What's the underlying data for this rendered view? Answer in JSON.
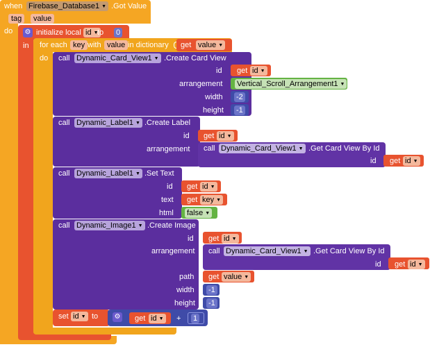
{
  "event": {
    "when_label": "when",
    "component": "Firebase_Database1",
    "event_name": ".Got Value",
    "params": [
      "tag",
      "value"
    ],
    "do_label": "do"
  },
  "init_local": {
    "label": "initialize local",
    "var_name": "id",
    "to_label": "to",
    "initial_value": "0",
    "in_label": "in"
  },
  "for_each": {
    "label": "for each",
    "key_var": "key",
    "with_label": "with",
    "value_var": "value",
    "in_dict_label": "in dictionary",
    "get_label": "get",
    "dict_var": "value",
    "do_label": "do"
  },
  "create_card": {
    "call_label": "call",
    "component": "Dynamic_Card_View1",
    "method": ".Create Card View",
    "id_label": "id",
    "id_get": "get",
    "id_var": "id",
    "arrangement_label": "arrangement",
    "arrangement_value": "Vertical_Scroll_Arrangement1",
    "width_label": "width",
    "width_value": "-2",
    "height_label": "height",
    "height_value": "-1"
  },
  "create_label": {
    "call_label": "call",
    "component": "Dynamic_Label1",
    "method": ".Create Label",
    "id_label": "id",
    "id_get": "get",
    "id_var": "id",
    "arrangement_label": "arrangement",
    "inner_call": "call",
    "inner_component": "Dynamic_Card_View1",
    "inner_method": ".Get Card View By Id",
    "inner_id_label": "id",
    "inner_get": "get",
    "inner_var": "id"
  },
  "set_text": {
    "call_label": "call",
    "component": "Dynamic_Label1",
    "method": ".Set Text",
    "id_label": "id",
    "id_get": "get",
    "id_var": "id",
    "text_label": "text",
    "text_get": "get",
    "text_var": "key",
    "html_label": "html",
    "html_value": "false"
  },
  "create_image": {
    "call_label": "call",
    "component": "Dynamic_Image1",
    "method": ".Create Image",
    "id_label": "id",
    "id_get": "get",
    "id_var": "id",
    "arrangement_label": "arrangement",
    "inner_call": "call",
    "inner_component": "Dynamic_Card_View1",
    "inner_method": ".Get Card View By Id",
    "inner_id_label": "id",
    "inner_get": "get",
    "inner_var": "id",
    "path_label": "path",
    "path_get": "get",
    "path_var": "value",
    "width_label": "width",
    "width_value": "-1",
    "height_label": "height",
    "height_value": "-1"
  },
  "set_var": {
    "set_label": "set",
    "var_name": "id",
    "to_label": "to",
    "get_label": "get",
    "get_var": "id",
    "operator": "+",
    "addend": "1"
  }
}
